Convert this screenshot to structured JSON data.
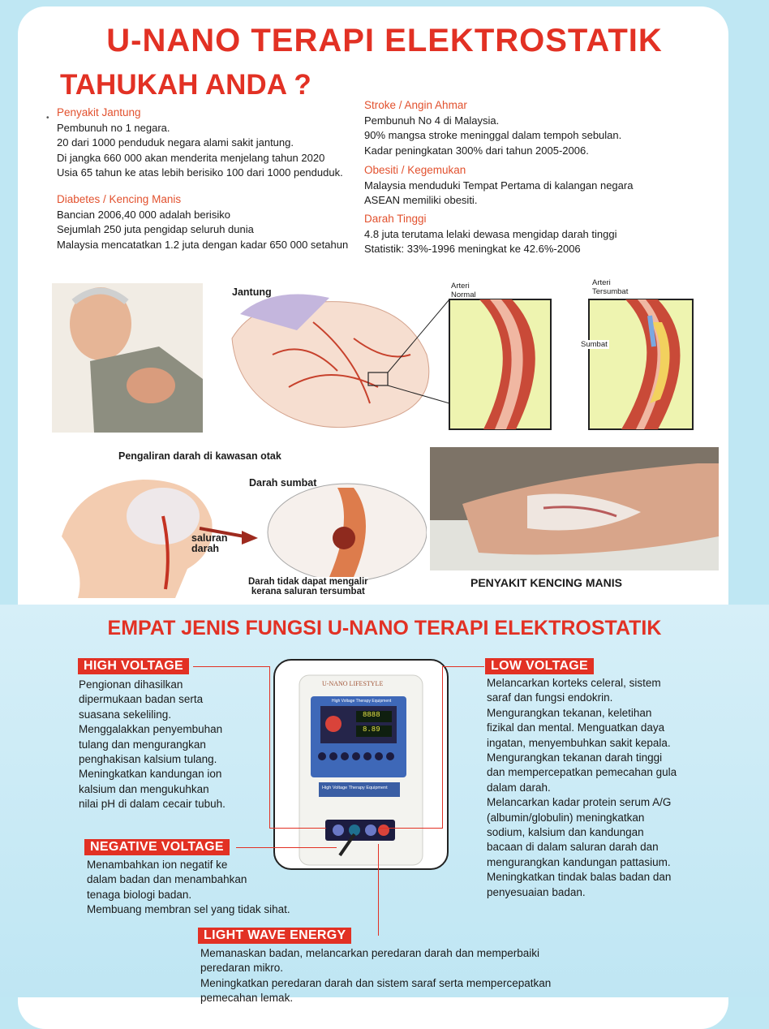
{
  "title": "U-NANO TERAPI ELEKTROSTATIK",
  "subtitle": "TAHUKAH ANDA ?",
  "facts_left": [
    {
      "heading": "Penyakit Jantung",
      "lines": [
        "Pembunuh no 1 negara.",
        "20 dari 1000 penduduk negara alami sakit jantung.",
        "Di jangka 660 000 akan menderita menjelang tahun 2020",
        "Usia 65 tahun ke atas lebih berisiko 100 dari 1000 penduduk."
      ]
    },
    {
      "heading": "Diabetes / Kencing Manis",
      "lines": [
        "Bancian 2006,40 000 adalah berisiko",
        "Sejumlah 250 juta pengidap seluruh dunia",
        "Malaysia mencatatkan 1.2 juta dengan kadar 650 000 setahun"
      ]
    }
  ],
  "facts_right": [
    {
      "heading": "Stroke / Angin Ahmar",
      "lines": [
        "Pembunuh No 4 di Malaysia.",
        "90% mangsa stroke meninggal dalam tempoh sebulan.",
        "Kadar peningkatan 300% dari tahun 2005-2006."
      ]
    },
    {
      "heading": "Obesiti / Kegemukan",
      "lines": [
        "Malaysia menduduki Tempat Pertama di kalangan negara",
        "ASEAN memiliki obesiti."
      ]
    },
    {
      "heading": "Darah Tinggi",
      "lines": [
        "4.8 juta terutama lelaki dewasa mengidap darah tinggi",
        "Statistik: 33%-1996 meningkat ke 42.6%-2006"
      ]
    }
  ],
  "heart_labels": {
    "jantung": "Jantung",
    "arteri_normal": [
      "Arteri",
      "Normal"
    ],
    "arteri_tersumbat": [
      "Arteri",
      "Tersumbat"
    ],
    "sumbat": "Sumbat"
  },
  "brain_labels": {
    "pengaliran": "Pengaliran darah di kawasan otak",
    "darah_sumbat": "Darah sumbat",
    "saluran": [
      "saluran",
      "darah"
    ],
    "caption": [
      "Darah tidak dapat mengalir",
      "kerana saluran tersumbat"
    ]
  },
  "diabetes_caption": "PENYAKIT KENCING MANIS",
  "section_title": "EMPAT JENIS FUNGSI U-NANO TERAPI ELEKTROSTATIK",
  "device": {
    "brand": "U-NANO LIFESTYLE",
    "panel_label": "High Voltage Therapy Equipment",
    "display_top": "8888",
    "display_bottom": "8.89",
    "plate_label": "High Voltage Therapy Equipment"
  },
  "functions": {
    "high": {
      "tag": "HIGH VOLTAGE",
      "lines": [
        "Pengionan dihasilkan",
        "dipermukaan badan serta",
        "suasana sekeliling.",
        "Menggalakkan penyembuhan",
        "tulang dan mengurangkan",
        "penghakisan kalsium tulang.",
        "Meningkatkan kandungan ion",
        "kalsium dan mengukuhkan",
        "nilai pH di dalam cecair tubuh."
      ]
    },
    "low": {
      "tag": "LOW VOLTAGE",
      "lines": [
        "Melancarkan korteks celeral, sistem",
        "saraf dan fungsi endokrin.",
        "Mengurangkan tekanan, keletihan",
        "fizikal dan mental. Menguatkan daya",
        "ingatan, menyembuhkan sakit kepala.",
        "Mengurangkan tekanan darah tinggi",
        "dan mempercepatkan pemecahan gula",
        "dalam darah.",
        "Melancarkan kadar protein serum A/G",
        "(albumin/globulin) meningkatkan",
        "sodium, kalsium dan kandungan",
        "bacaan di dalam saluran darah dan",
        "mengurangkan kandungan pattasium.",
        "Meningkatkan tindak balas badan dan",
        "penyesuaian badan."
      ]
    },
    "negative": {
      "tag": "NEGATIVE VOLTAGE",
      "lines": [
        "Menambahkan ion negatif ke",
        "dalam badan dan menambahkan",
        "tenaga biologi badan.",
        "Membuang membran sel yang tidak sihat."
      ]
    },
    "light": {
      "tag": "LIGHT WAVE ENERGY",
      "lines": [
        "Memanaskan badan, melancarkan peredaran darah dan memperbaiki",
        "peredaran mikro.",
        "Meningkatkan peredaran darah dan sistem saraf serta mempercepatkan",
        "pemecahan lemak."
      ]
    }
  },
  "colors": {
    "accent": "#e23124",
    "heading_orange": "#e2512e",
    "background": "#bfe7f3"
  }
}
